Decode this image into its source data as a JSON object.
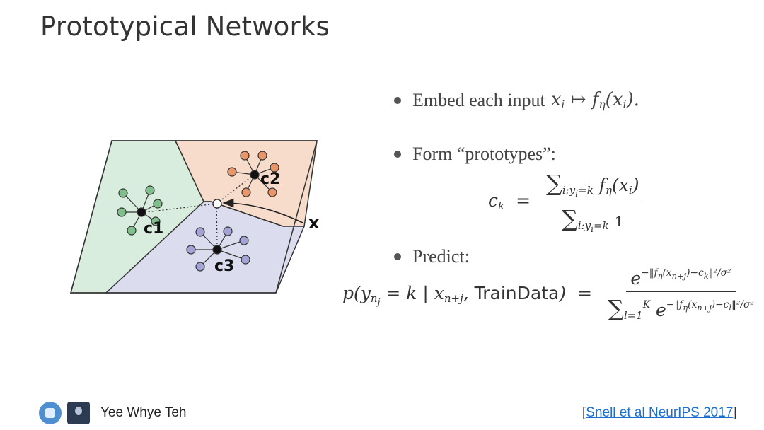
{
  "slide": {
    "title": "Prototypical Networks",
    "bullets": [
      "Embed each input",
      "Form “prototypes”:",
      "Predict:"
    ],
    "diagram": {
      "centroid_labels": [
        "c1",
        "c2",
        "c3"
      ],
      "query_label": "x",
      "region_colors": [
        "#d9eddf",
        "#f7dccb",
        "#dcdcef"
      ],
      "point_colors": [
        "#7fbf8c",
        "#e8956a",
        "#a3a3d6"
      ]
    },
    "predict_term": "TrainData",
    "footer": {
      "author": "Yee Whye Teh",
      "citation_link": "Snell et al NeurIPS 2017",
      "citation_open": "[",
      "citation_close": "]"
    }
  }
}
